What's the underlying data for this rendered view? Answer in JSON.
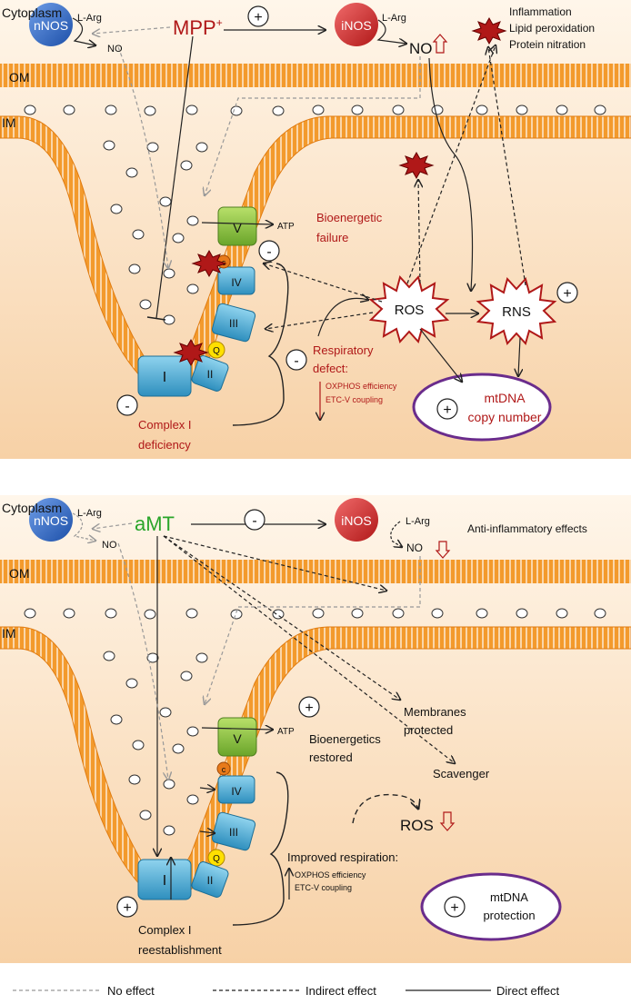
{
  "top": {
    "cytoplasm": "Cytoplasm",
    "nnos": "nNOS",
    "larg_n": "L-Arg",
    "no_n": "NO",
    "agent": "MPP",
    "agent_sup": "+",
    "plus_mid": "+",
    "inos": "iNOS",
    "larg_i": "L-Arg",
    "no_i": "NO",
    "inflammation": "Inflammation",
    "lipid": "Lipid peroxidation",
    "protein": "Protein nitration",
    "om": "OM",
    "im": "IM",
    "atp": "ATP",
    "bio1": "Bioenergetic",
    "bio2": "failure",
    "minus_atp": "-",
    "ros": "ROS",
    "rns": "RNS",
    "plus_rns": "+",
    "minus_resp": "-",
    "resp1": "Respiratory",
    "resp2": "defect:",
    "oxphos": "OXPHOS efficiency",
    "etcv": "ETC-V coupling",
    "minus_c1": "-",
    "cx1a": "Complex I",
    "cx1b": "deficiency",
    "plus_mt": "+",
    "mt1": "mtDNA",
    "mt2": "copy number"
  },
  "bottom": {
    "cytoplasm": "Cytoplasm",
    "nnos": "nNOS",
    "larg_n": "L-Arg",
    "no_n": "NO",
    "agent": "aMT",
    "minus_mid": "-",
    "inos": "iNOS",
    "larg_i": "L-Arg",
    "no_i": "NO",
    "antiinf": "Anti-inflammatory effects",
    "om": "OM",
    "im": "IM",
    "mem1": "Membranes",
    "mem2": "protected",
    "atp": "ATP",
    "plus_atp": "+",
    "bio1": "Bioenergetics",
    "bio2": "restored",
    "scav": "Scavenger",
    "ros": "ROS",
    "impr": "Improved respiration:",
    "oxphos": "OXPHOS efficiency",
    "etcv": "ETC-V coupling",
    "plus_c1": "+",
    "cx1a": "Complex I",
    "cx1b": "reestablishment",
    "plus_mt": "+",
    "mt1": "mtDNA",
    "mt2": "protection"
  },
  "complexes": {
    "c1": "I",
    "c2": "II",
    "c3": "III",
    "c4": "IV",
    "c5": "V",
    "q": "Q",
    "c": "c"
  },
  "legend": {
    "no_effect": "No effect",
    "indirect": "Indirect effect",
    "direct": "Direct effect"
  },
  "colors": {
    "accent": "#b01818",
    "agent_top": "#b01818",
    "agent_bottom": "#2aa52a",
    "membrane": "#f08c1e",
    "ellipse": "#6a2c8c"
  }
}
